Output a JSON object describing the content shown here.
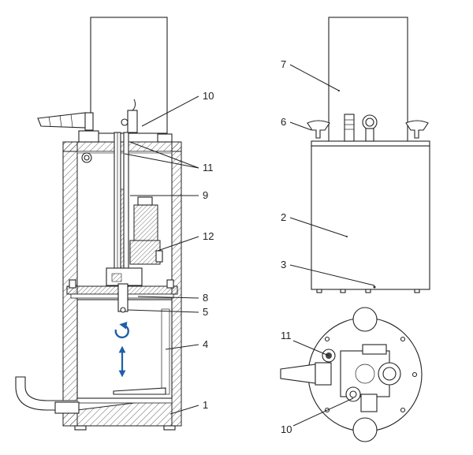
{
  "labels": {
    "l1": "1",
    "l2": "2",
    "l3": "3",
    "l4": "4",
    "l5": "5",
    "l6": "6",
    "l7": "7",
    "l8": "8",
    "l9": "9",
    "l10_side": "10",
    "l10_top": "10",
    "l11_side": "11",
    "l11_top": "11",
    "l12": "12"
  },
  "colors": {
    "line": "#222222",
    "arrow": "#1f5fa8",
    "background": "#ffffff"
  },
  "icons": {
    "rotation": "rotate-arrow-icon",
    "vertical": "up-down-arrow-icon"
  }
}
